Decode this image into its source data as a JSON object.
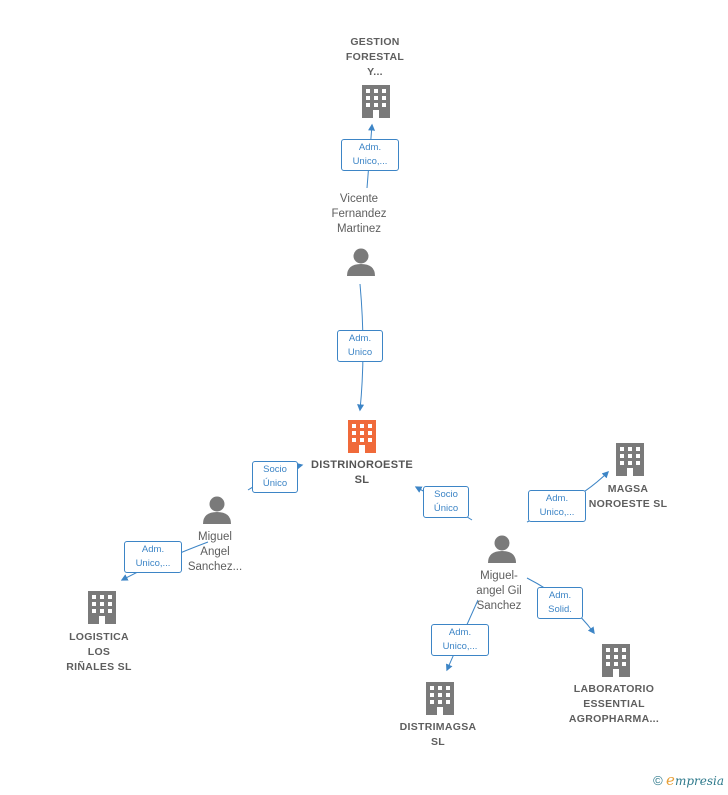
{
  "nodes": {
    "gestion": {
      "lines": [
        "GESTION",
        "FORESTAL",
        "Y..."
      ],
      "kind": "company"
    },
    "vicente": {
      "lines": [
        "Vicente",
        "Fernandez",
        "Martinez"
      ],
      "kind": "person"
    },
    "distrinoroeste": {
      "lines": [
        "DISTRINOROESTE",
        "SL"
      ],
      "kind": "company-focus"
    },
    "miguel_angel": {
      "lines": [
        "Miguel",
        "Angel",
        "Sanchez..."
      ],
      "kind": "person"
    },
    "logistica": {
      "lines": [
        "LOGISTICA",
        "LOS",
        "RIÑALES  SL"
      ],
      "kind": "company"
    },
    "magsa": {
      "lines": [
        "MAGSA",
        "NOROESTE SL"
      ],
      "kind": "company"
    },
    "miguel_gil": {
      "lines": [
        "Miguel-",
        "angel Gil",
        "Sanchez"
      ],
      "kind": "person"
    },
    "distrimagsa": {
      "lines": [
        "DISTRIMAGSA",
        "SL"
      ],
      "kind": "company"
    },
    "laboratorio": {
      "lines": [
        "LABORATORIO",
        "ESSENTIAL",
        "AGROPHARMA..."
      ],
      "kind": "company"
    }
  },
  "edges": {
    "e1": {
      "lines": [
        "Adm.",
        "Unico,..."
      ]
    },
    "e2": {
      "lines": [
        "Adm.",
        "Unico"
      ]
    },
    "e3": {
      "lines": [
        "Socio",
        "Único"
      ]
    },
    "e4": {
      "lines": [
        "Adm.",
        "Unico,..."
      ]
    },
    "e5": {
      "lines": [
        "Socio",
        "Único"
      ]
    },
    "e6": {
      "lines": [
        "Adm.",
        "Unico,..."
      ]
    },
    "e7": {
      "lines": [
        "Adm.",
        "Solid."
      ]
    },
    "e8": {
      "lines": [
        "Adm.",
        "Unico,..."
      ]
    }
  },
  "colors": {
    "edge": "#3d85c6",
    "icon": "#7a7a7a",
    "focus": "#f06a3a"
  },
  "watermark": {
    "copyright": "©",
    "brand_initial": "e",
    "brand_rest": "mpresia"
  }
}
